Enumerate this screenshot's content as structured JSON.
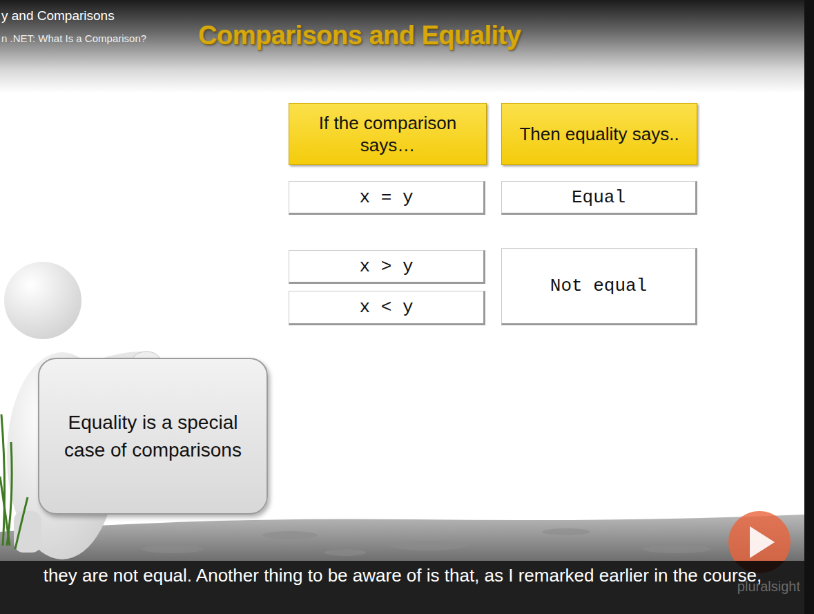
{
  "diagram": {
    "title": "Comparisons and Equality",
    "caption": "they are not equal. Another thing to be aware of is that, as I remarked earlier in the course,",
    "nodes": [
      {
        "text": [
          "If the comparison says…"
        ]
      },
      {
        "text": [
          "Then equality says.."
        ]
      },
      {
        "text": [
          "x = y"
        ]
      },
      {
        "text": [
          "Equal"
        ]
      },
      {
        "text": [
          "x > y"
        ]
      },
      {
        "text": [
          "x < y"
        ]
      },
      {
        "text": [
          "Not equal"
        ]
      },
      {
        "text": [
          "Equality is a special case of comparisons"
        ]
      }
    ],
    "labels": [
      "y and Comparisons",
      "n .NET: What Is a Comparison?",
      "pluralsight"
    ]
  }
}
